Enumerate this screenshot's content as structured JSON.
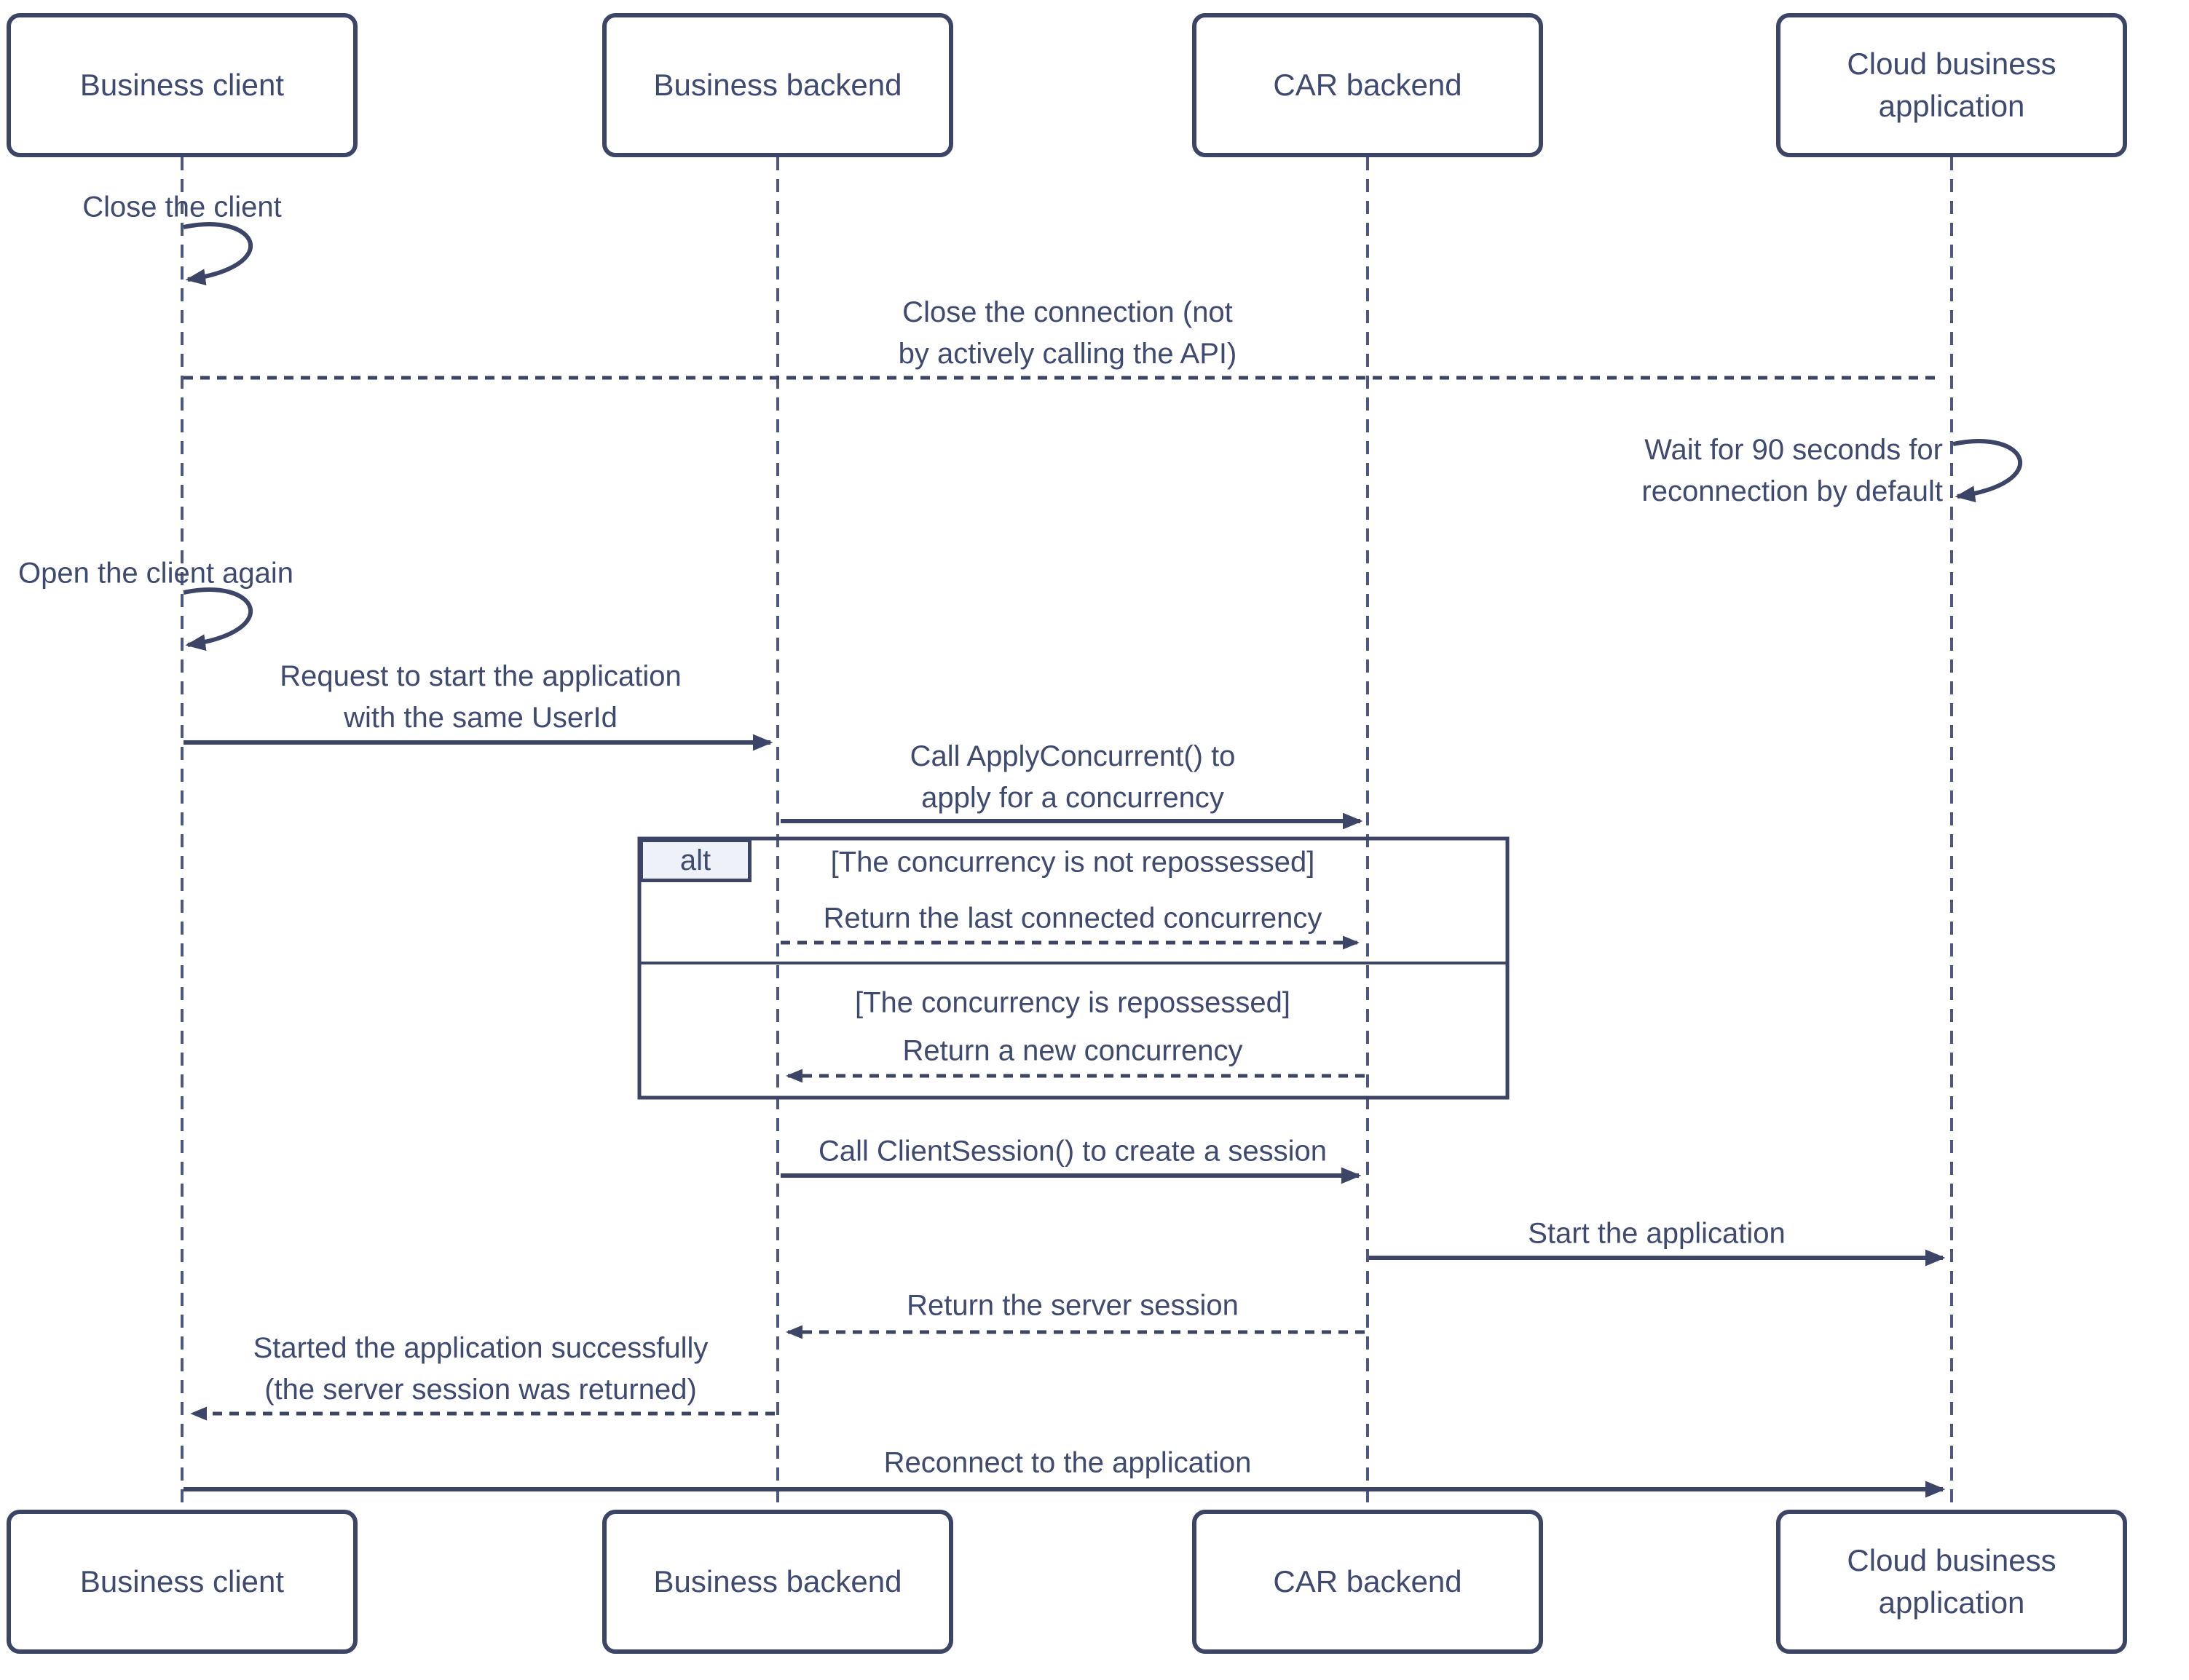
{
  "diagram_type": "uml-sequence-diagram",
  "colors": {
    "line_ink": "#3c4566",
    "text": "#3f4a70",
    "lifeline": "#4e587d",
    "alt_operator_fill": "#eef2f8",
    "background": "#ffffff"
  },
  "participants": [
    {
      "name": "Business client"
    },
    {
      "name": "Business backend"
    },
    {
      "name": "CAR backend"
    },
    {
      "name": "Cloud business application"
    }
  ],
  "alt_block": {
    "operator": "alt",
    "guard_not_repossessed": "[The concurrency is not repossessed]",
    "guard_repossessed": "[The concurrency is repossessed]"
  },
  "messages": {
    "close_client": {
      "text": "Close the client",
      "kind": "self-message",
      "on": "Business client"
    },
    "close_connection": {
      "line1": "Close the connection (not",
      "line2": "by actively calling the API)",
      "kind": "dashed",
      "from": "Business client",
      "to": "Cloud business application"
    },
    "wait_reconnect": {
      "line1": "Wait for 90 seconds for",
      "line2": "reconnection by default",
      "kind": "self-message",
      "on": "Cloud business application"
    },
    "open_client": {
      "text": "Open the client again",
      "kind": "self-message",
      "on": "Business client"
    },
    "request_start": {
      "line1": "Request to start the application",
      "line2": "with the same UserId",
      "kind": "solid",
      "from": "Business client",
      "to": "Business backend"
    },
    "call_apply_concurrent": {
      "line1": "Call ApplyConcurrent() to",
      "line2": "apply for a concurrency",
      "kind": "solid",
      "from": "Business backend",
      "to": "CAR backend"
    },
    "return_last_concurrency": {
      "text": "Return the last connected concurrency",
      "kind": "dotted",
      "from": "Business backend",
      "to": "CAR backend"
    },
    "return_new_concurrency": {
      "text": "Return a new concurrency",
      "kind": "dotted",
      "from": "CAR backend",
      "to": "Business backend"
    },
    "call_client_session": {
      "text": "Call ClientSession() to create a session",
      "kind": "solid",
      "from": "Business backend",
      "to": "CAR backend"
    },
    "start_application": {
      "text": "Start the application",
      "kind": "solid",
      "from": "CAR backend",
      "to": "Cloud business application"
    },
    "return_server_session": {
      "text": "Return the server session",
      "kind": "dotted",
      "from": "CAR backend",
      "to": "Business backend"
    },
    "started_successfully": {
      "line1": "Started the application successfully",
      "line2": "(the server session was returned)",
      "kind": "dotted",
      "from": "Business backend",
      "to": "Business client"
    },
    "reconnect": {
      "text": "Reconnect to the application",
      "kind": "solid",
      "from": "Business client",
      "to": "Cloud business application"
    }
  }
}
